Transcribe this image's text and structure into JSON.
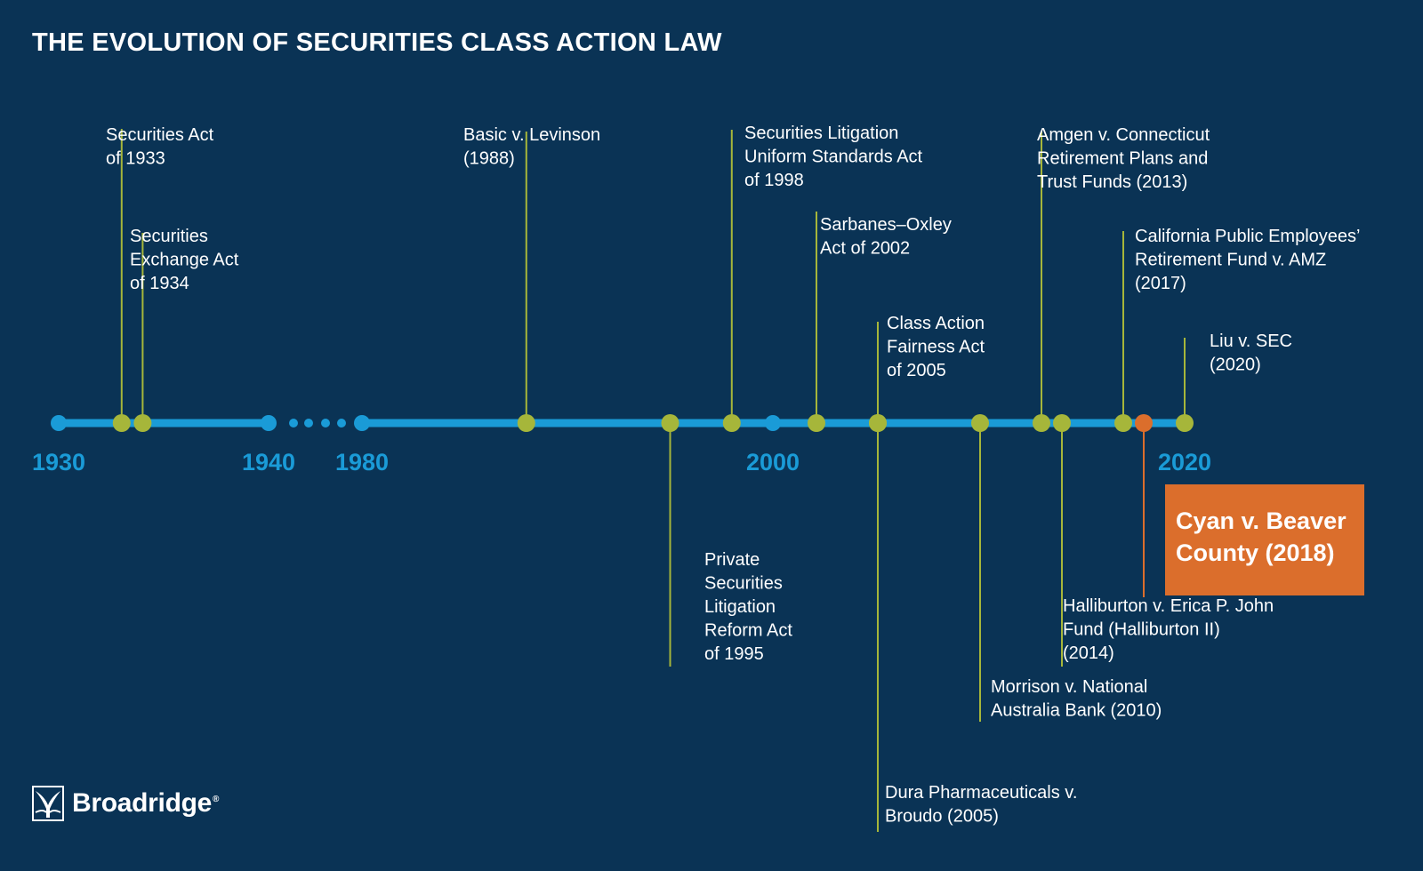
{
  "title": "THE EVOLUTION OF SECURITIES CLASS ACTION LAW",
  "colors": {
    "background": "#0a3355",
    "axis": "#1a9bd7",
    "marker": "#a6b63a",
    "highlight": "#db6e2c",
    "text": "#ffffff"
  },
  "axis": {
    "years": [
      {
        "label": "1930",
        "value": 1930
      },
      {
        "label": "1940",
        "value": 1940
      },
      {
        "label": "1980",
        "value": 1980
      },
      {
        "label": "2000",
        "value": 2000
      },
      {
        "label": "2020",
        "value": 2020
      }
    ],
    "break_between": [
      "1940",
      "1980"
    ]
  },
  "events": [
    {
      "year": 1933,
      "side": "above",
      "lines": [
        "Securities Act",
        "of 1933"
      ]
    },
    {
      "year": 1934,
      "side": "above",
      "lines": [
        "Securities",
        "Exchange Act",
        "of 1934"
      ]
    },
    {
      "year": 1988,
      "side": "above",
      "lines": [
        "Basic v. Levinson",
        "(1988)"
      ]
    },
    {
      "year": 1995,
      "side": "below",
      "lines": [
        "Private",
        "Securities",
        "Litigation",
        "Reform Act",
        "of 1995"
      ]
    },
    {
      "year": 1998,
      "side": "above",
      "lines": [
        "Securities Litigation",
        "Uniform Standards Act",
        "of 1998"
      ]
    },
    {
      "year": 2002,
      "side": "above",
      "lines": [
        "Sarbanes–Oxley",
        "Act of 2002"
      ]
    },
    {
      "year": 2005,
      "side": "above",
      "lines": [
        "Class Action",
        "Fairness Act",
        "of 2005"
      ]
    },
    {
      "year": 2005,
      "side": "below",
      "lines": [
        "Dura Pharmaceuticals v.",
        "Broudo (2005)"
      ]
    },
    {
      "year": 2010,
      "side": "below",
      "lines": [
        "Morrison v. National",
        "Australia Bank (2010)"
      ]
    },
    {
      "year": 2013,
      "side": "above",
      "lines": [
        "Amgen v. Connecticut",
        "Retirement Plans and",
        "Trust Funds (2013)"
      ]
    },
    {
      "year": 2014,
      "side": "below",
      "lines": [
        "Halliburton v. Erica P. John",
        "Fund (Halliburton II)",
        "(2014)"
      ]
    },
    {
      "year": 2017,
      "side": "above",
      "lines": [
        "California Public Employees’",
        "Retirement Fund v. AMZ",
        "(2017)"
      ]
    },
    {
      "year": 2018,
      "side": "below",
      "highlight": true,
      "lines": [
        "Cyan v. Beaver",
        "County (2018)"
      ]
    },
    {
      "year": 2020,
      "side": "above",
      "lines": [
        "Liu v. SEC",
        "(2020)"
      ]
    }
  ],
  "logo": {
    "text": "Broadridge",
    "mark": "®",
    "icon": "broadridge-tree-icon"
  }
}
